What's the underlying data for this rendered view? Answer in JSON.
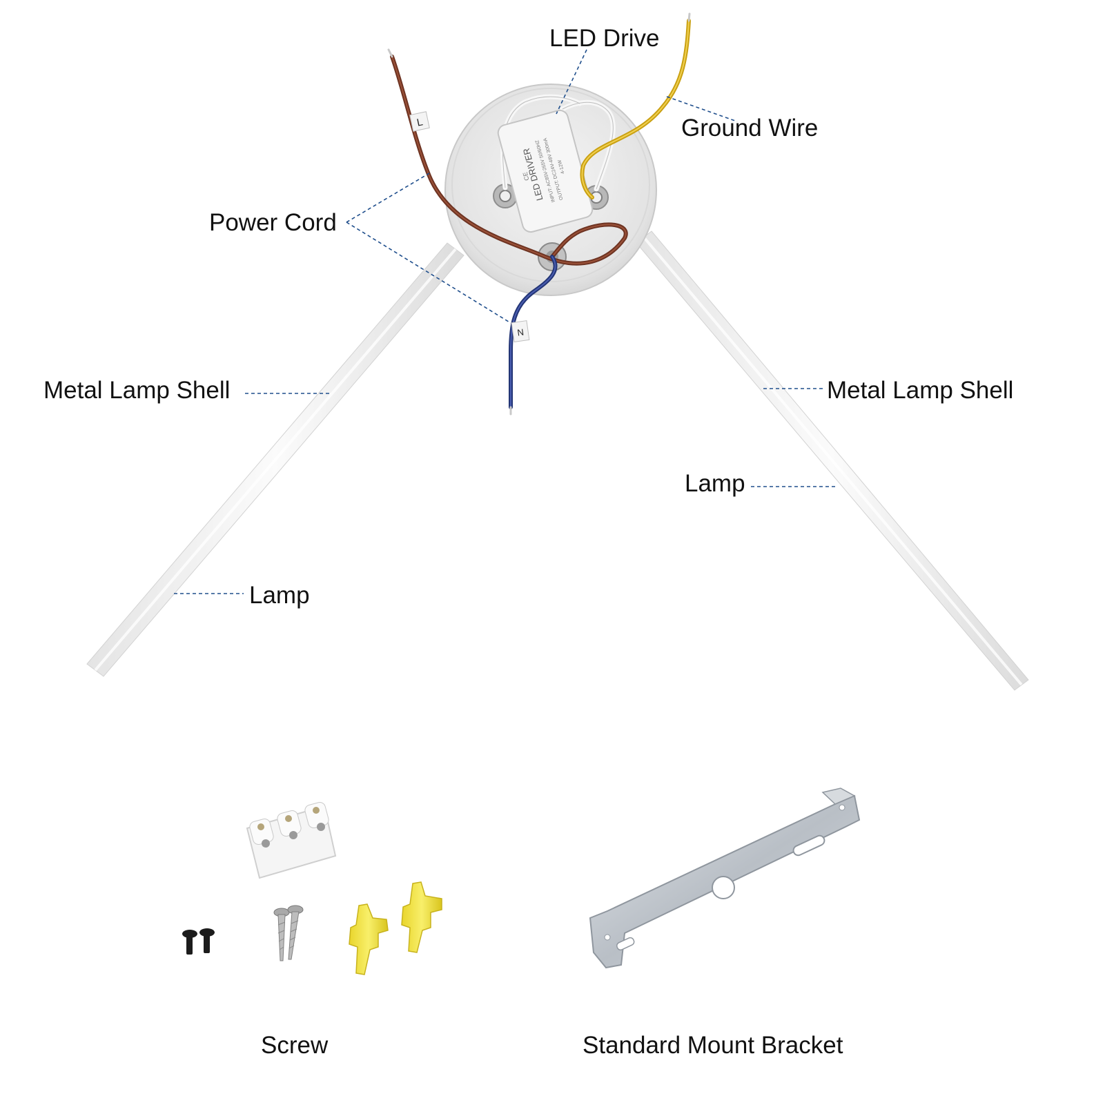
{
  "labels": {
    "led_drive": "LED Drive",
    "ground_wire": "Ground Wire",
    "power_cord": "Power Cord",
    "metal_lamp_shell_left": "Metal Lamp Shell",
    "metal_lamp_shell_right": "Metal Lamp Shell",
    "lamp_left": "Lamp",
    "lamp_right": "Lamp",
    "screw": "Screw",
    "standard_mount_bracket": "Standard Mount Bracket"
  },
  "driver_label": {
    "title": "LED DRIVER",
    "line1": "INPUT: AC85V-265V 50/60HZ",
    "line2": "OUTPUT: DC24V-48V 300mA",
    "line3": "4-12W",
    "mark_ce": "CE"
  },
  "wire_tags": {
    "live": "L",
    "neutral": "N"
  },
  "colors": {
    "leader_line": "#1f4e8c",
    "label_text": "#111111",
    "wire_brown": "#7a3b26",
    "wire_yellow": "#e0b51c",
    "wire_blue": "#2c3f86",
    "lamp_arm": "#f3f3f3",
    "canopy": "#ebebeb",
    "anchor_yellow": "#f2e54a",
    "bracket_metal": "#c9ced4"
  }
}
